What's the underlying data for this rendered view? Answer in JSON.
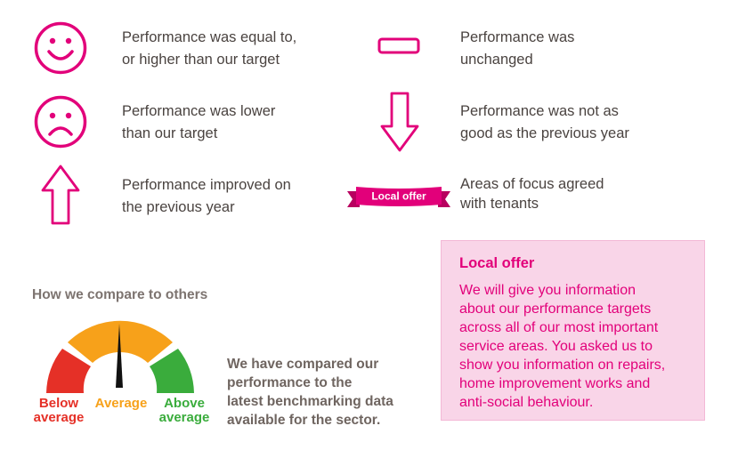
{
  "colors": {
    "brand_pink": "#e2007a",
    "text_dark": "#4a4340",
    "text_grey": "#7d7470",
    "gauge_red": "#e53027",
    "gauge_orange": "#f7a11a",
    "gauge_green": "#3aac3c",
    "box_background": "#f9d5e8"
  },
  "legend": {
    "items": [
      {
        "icon": "happy-face-icon",
        "lines": [
          "Performance was equal to,",
          "or higher than our target"
        ]
      },
      {
        "icon": "unchanged-dash-icon",
        "lines": [
          "Performance was",
          "unchanged"
        ]
      },
      {
        "icon": "sad-face-icon",
        "lines": [
          "Performance was lower",
          "than our target"
        ]
      },
      {
        "icon": "down-arrow-icon",
        "lines": [
          "Performance was not as",
          "good as the previous year"
        ]
      },
      {
        "icon": "up-arrow-icon",
        "lines": [
          "Performance improved on",
          "the previous year"
        ]
      },
      {
        "icon": "local-offer-ribbon-icon",
        "lines": [
          "Areas of focus agreed",
          "with tenants"
        ]
      }
    ],
    "ribbon_label": "Local offer"
  },
  "compare": {
    "heading": "How we compare to others",
    "gauge": {
      "level": "average",
      "labels": {
        "below": [
          "Below",
          "average"
        ],
        "average": "Average",
        "above": [
          "Above",
          "average"
        ]
      }
    },
    "text_lines": [
      "We have compared our",
      "performance to the",
      "latest benchmarking data",
      "available for the sector."
    ]
  },
  "local_offer_box": {
    "title": "Local offer",
    "body_lines": [
      "We will give you information",
      "about our performance targets",
      "across all of our most important",
      "service areas. You asked us to",
      "show you information on repairs,",
      "home improvement works and",
      "anti-social behaviour."
    ]
  }
}
